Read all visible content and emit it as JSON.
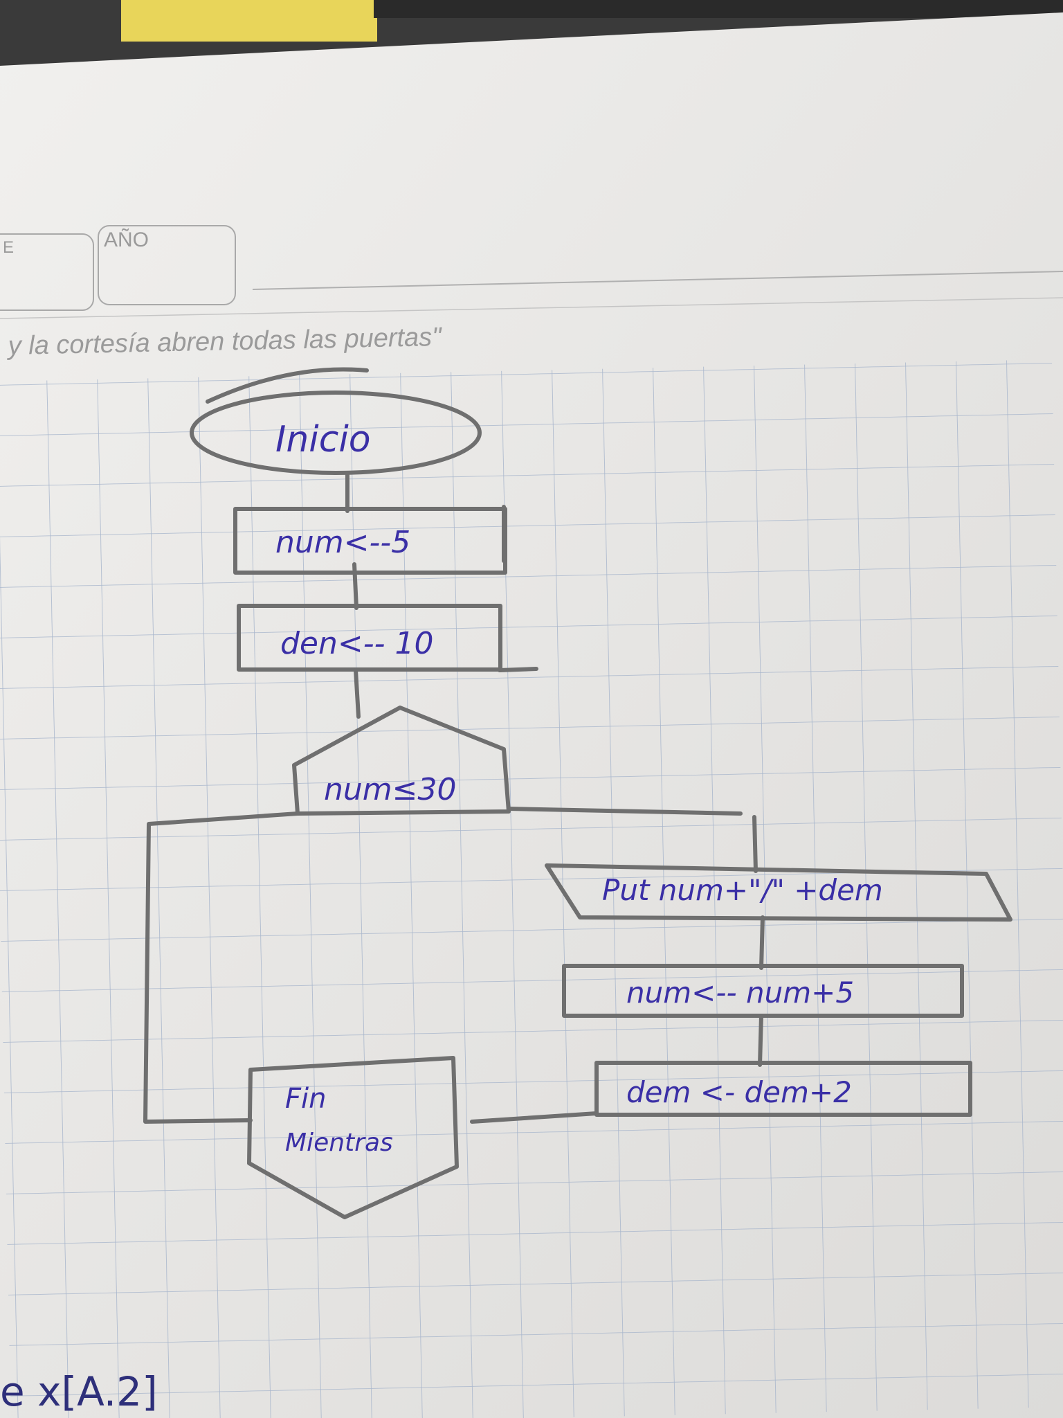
{
  "paper": {
    "header_label_left": "E",
    "header_label_year": "AÑO",
    "motto": "y la cortesía abren todas las puertas\""
  },
  "flowchart": {
    "start": "Inicio",
    "assign_num": "num<--5",
    "assign_den": "den<-- 10",
    "loop_condition": "num≤30",
    "output": "Put num+\"/\" +dem",
    "increment_num": "num<-- num+5",
    "increment_dem": "dem <- dem+2",
    "end_line1": "Fin",
    "end_line2": "Mientras"
  },
  "footer_note": "e x[A.2]"
}
